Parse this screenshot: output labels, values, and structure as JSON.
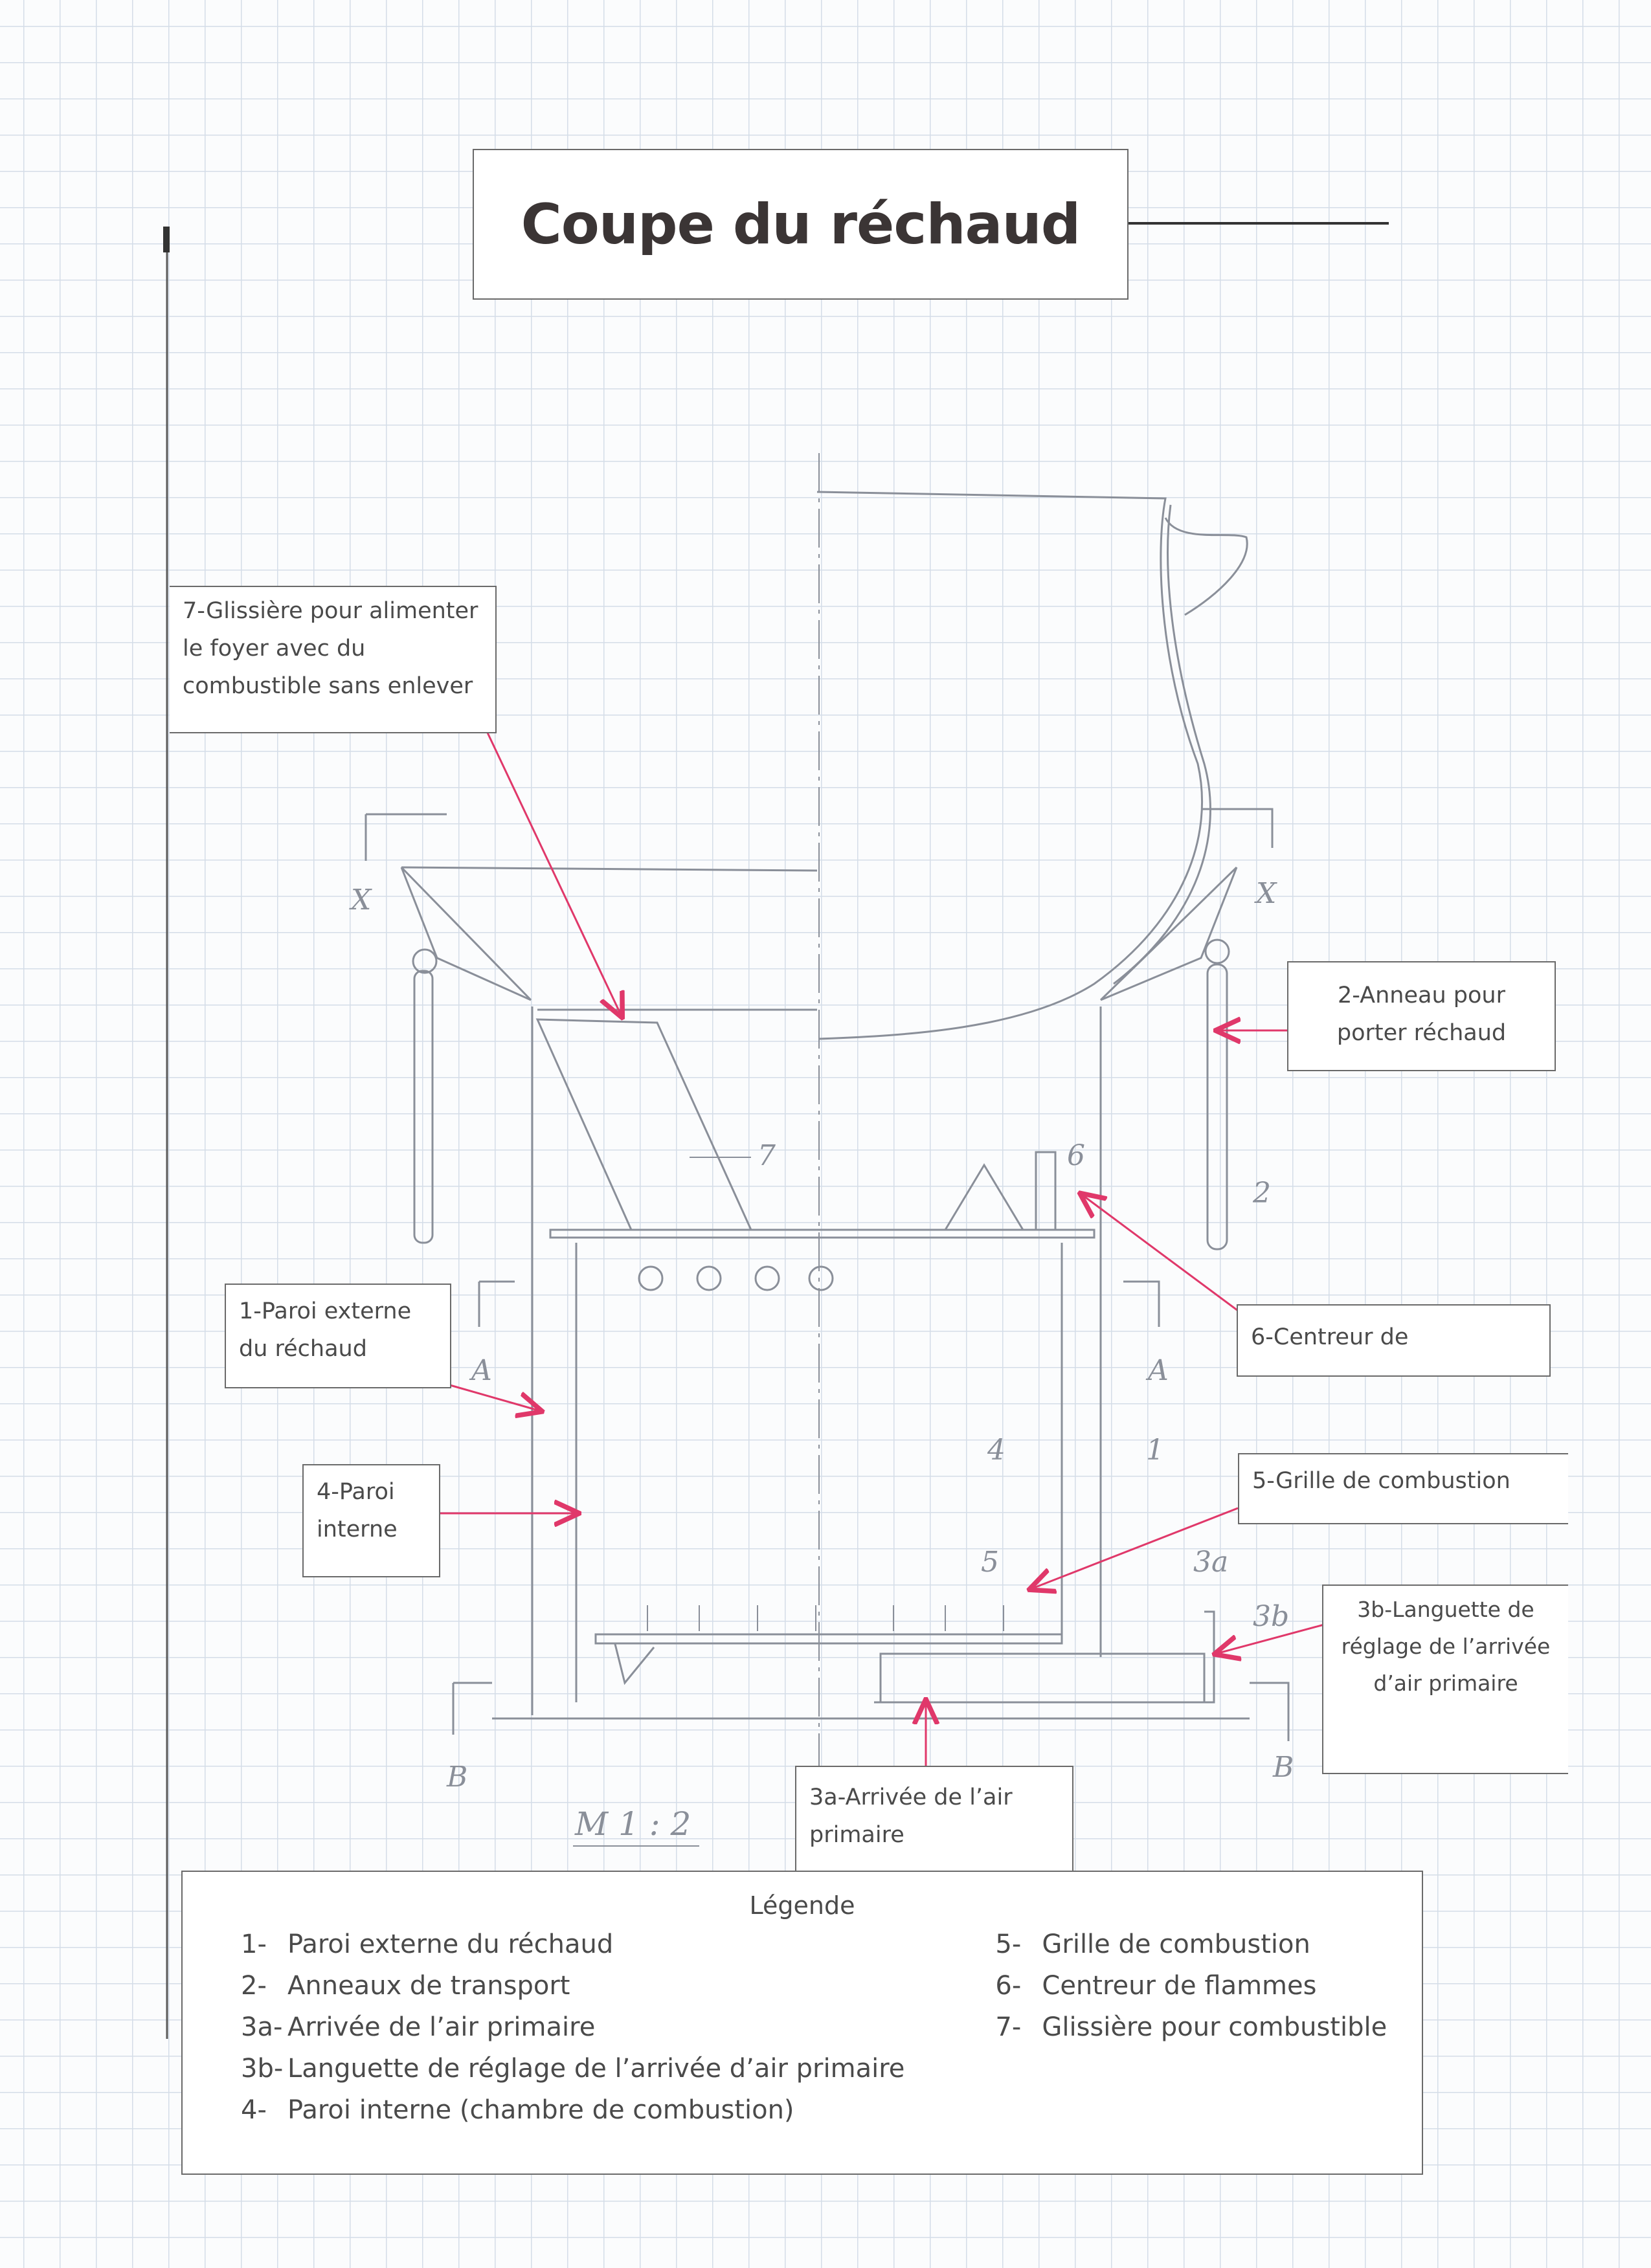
{
  "title": "Coupe du réchaud",
  "scale": "M 1 : 2",
  "callouts": {
    "c7": "7-Glissière pour alimenter le foyer avec du combustible sans enlever",
    "c2": "2-Anneau pour porter réchaud",
    "c1": "1-Paroi externe du réchaud",
    "c6": "6-Centreur de",
    "c4": "4-Paroi interne",
    "c5": "5-Grille de combustion",
    "c3b": "3b-Languette de réglage de l’arrivée d’air primaire",
    "c3a": "3a-Arrivée de l’air primaire"
  },
  "drawing_marks": {
    "n1": "1",
    "n2": "2",
    "n3a": "3a",
    "n3b": "3b",
    "n4": "4",
    "n5": "5",
    "n6": "6",
    "n7": "7",
    "section_x_left": "X",
    "section_x_right": "X",
    "section_a_left": "A",
    "section_a_right": "A",
    "section_b_left": "B",
    "section_b_right": "B"
  },
  "legend": {
    "title": "Légende",
    "items_left": [
      {
        "num": "1-",
        "text": "Paroi externe du réchaud"
      },
      {
        "num": "2-",
        "text": "Anneaux de transport"
      },
      {
        "num": "3a-",
        "text": "Arrivée de l’air primaire"
      },
      {
        "num": "3b-",
        "text": "Languette de réglage de l’arrivée d’air primaire"
      },
      {
        "num": "4-",
        "text": "Paroi interne (chambre de combustion)"
      }
    ],
    "items_right": [
      {
        "num": "5-",
        "text": "Grille de combustion"
      },
      {
        "num": "6-",
        "text": "Centreur de flammes"
      },
      {
        "num": "7-",
        "text": "Glissière pour combustible"
      }
    ]
  },
  "colors": {
    "pencil": "#8a8f99",
    "arrow": "#e0386a",
    "box_border": "#6a6a6a",
    "grid": "#d4dde8"
  }
}
